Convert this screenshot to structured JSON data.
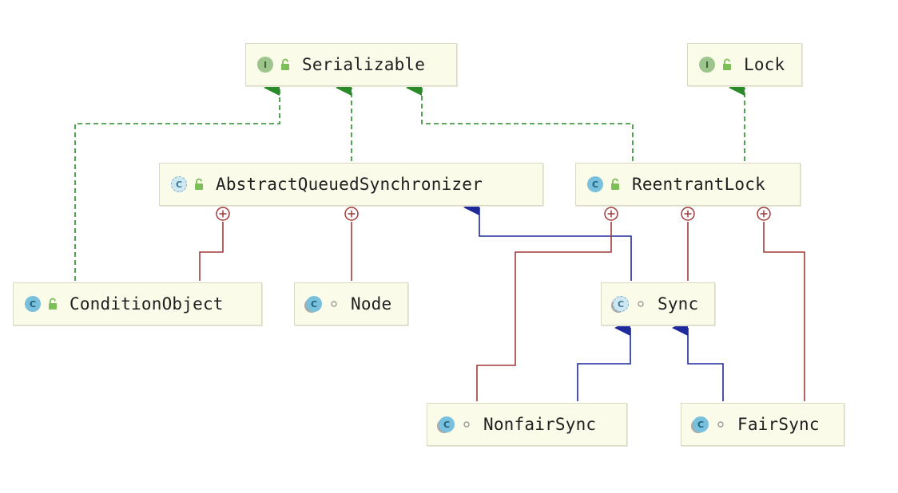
{
  "nodes": {
    "serializable": {
      "label": "Serializable",
      "kind": "interface",
      "kind_letter": "I",
      "visibility": "public"
    },
    "lock": {
      "label": "Lock",
      "kind": "interface",
      "kind_letter": "I",
      "visibility": "public"
    },
    "aqs": {
      "label": "AbstractQueuedSynchronizer",
      "kind": "abstract-class",
      "kind_letter": "C",
      "visibility": "public"
    },
    "reentrant_lock": {
      "label": "ReentrantLock",
      "kind": "class",
      "kind_letter": "C",
      "visibility": "public"
    },
    "condition_object": {
      "label": "ConditionObject",
      "kind": "class",
      "kind_letter": "C",
      "visibility": "public"
    },
    "node": {
      "label": "Node",
      "kind": "static-class",
      "kind_letter": "C",
      "visibility": "package"
    },
    "sync": {
      "label": "Sync",
      "kind": "static-abstract-class",
      "kind_letter": "C",
      "visibility": "package"
    },
    "nonfair_sync": {
      "label": "NonfairSync",
      "kind": "static-class",
      "kind_letter": "C",
      "visibility": "package"
    },
    "fair_sync": {
      "label": "FairSync",
      "kind": "static-class",
      "kind_letter": "C",
      "visibility": "package"
    }
  },
  "edges": [
    {
      "from": "condition_object",
      "to": "serializable",
      "type": "implements"
    },
    {
      "from": "aqs",
      "to": "serializable",
      "type": "implements"
    },
    {
      "from": "reentrant_lock",
      "to": "serializable",
      "type": "implements"
    },
    {
      "from": "reentrant_lock",
      "to": "lock",
      "type": "implements"
    },
    {
      "from": "sync",
      "to": "aqs",
      "type": "extends"
    },
    {
      "from": "nonfair_sync",
      "to": "sync",
      "type": "extends"
    },
    {
      "from": "fair_sync",
      "to": "sync",
      "type": "extends"
    },
    {
      "from": "condition_object",
      "to": "aqs",
      "type": "inner-class"
    },
    {
      "from": "node",
      "to": "aqs",
      "type": "inner-class"
    },
    {
      "from": "nonfair_sync",
      "to": "reentrant_lock",
      "type": "inner-class"
    },
    {
      "from": "sync",
      "to": "reentrant_lock",
      "type": "inner-class"
    },
    {
      "from": "fair_sync",
      "to": "reentrant_lock",
      "type": "inner-class"
    }
  ],
  "colors": {
    "implements": "#2a8a2a",
    "extends": "#1e2a9c",
    "inner_class": "#a03a3a",
    "node_fill": "#fbfbe9",
    "node_border": "#d9d9c4",
    "lock_icon": "#7cbf58"
  },
  "icons": {
    "interface": "interface-icon",
    "class": "class-icon",
    "public": "open-lock-icon",
    "package": "package-private-dot-icon",
    "inner": "circle-plus-icon"
  }
}
